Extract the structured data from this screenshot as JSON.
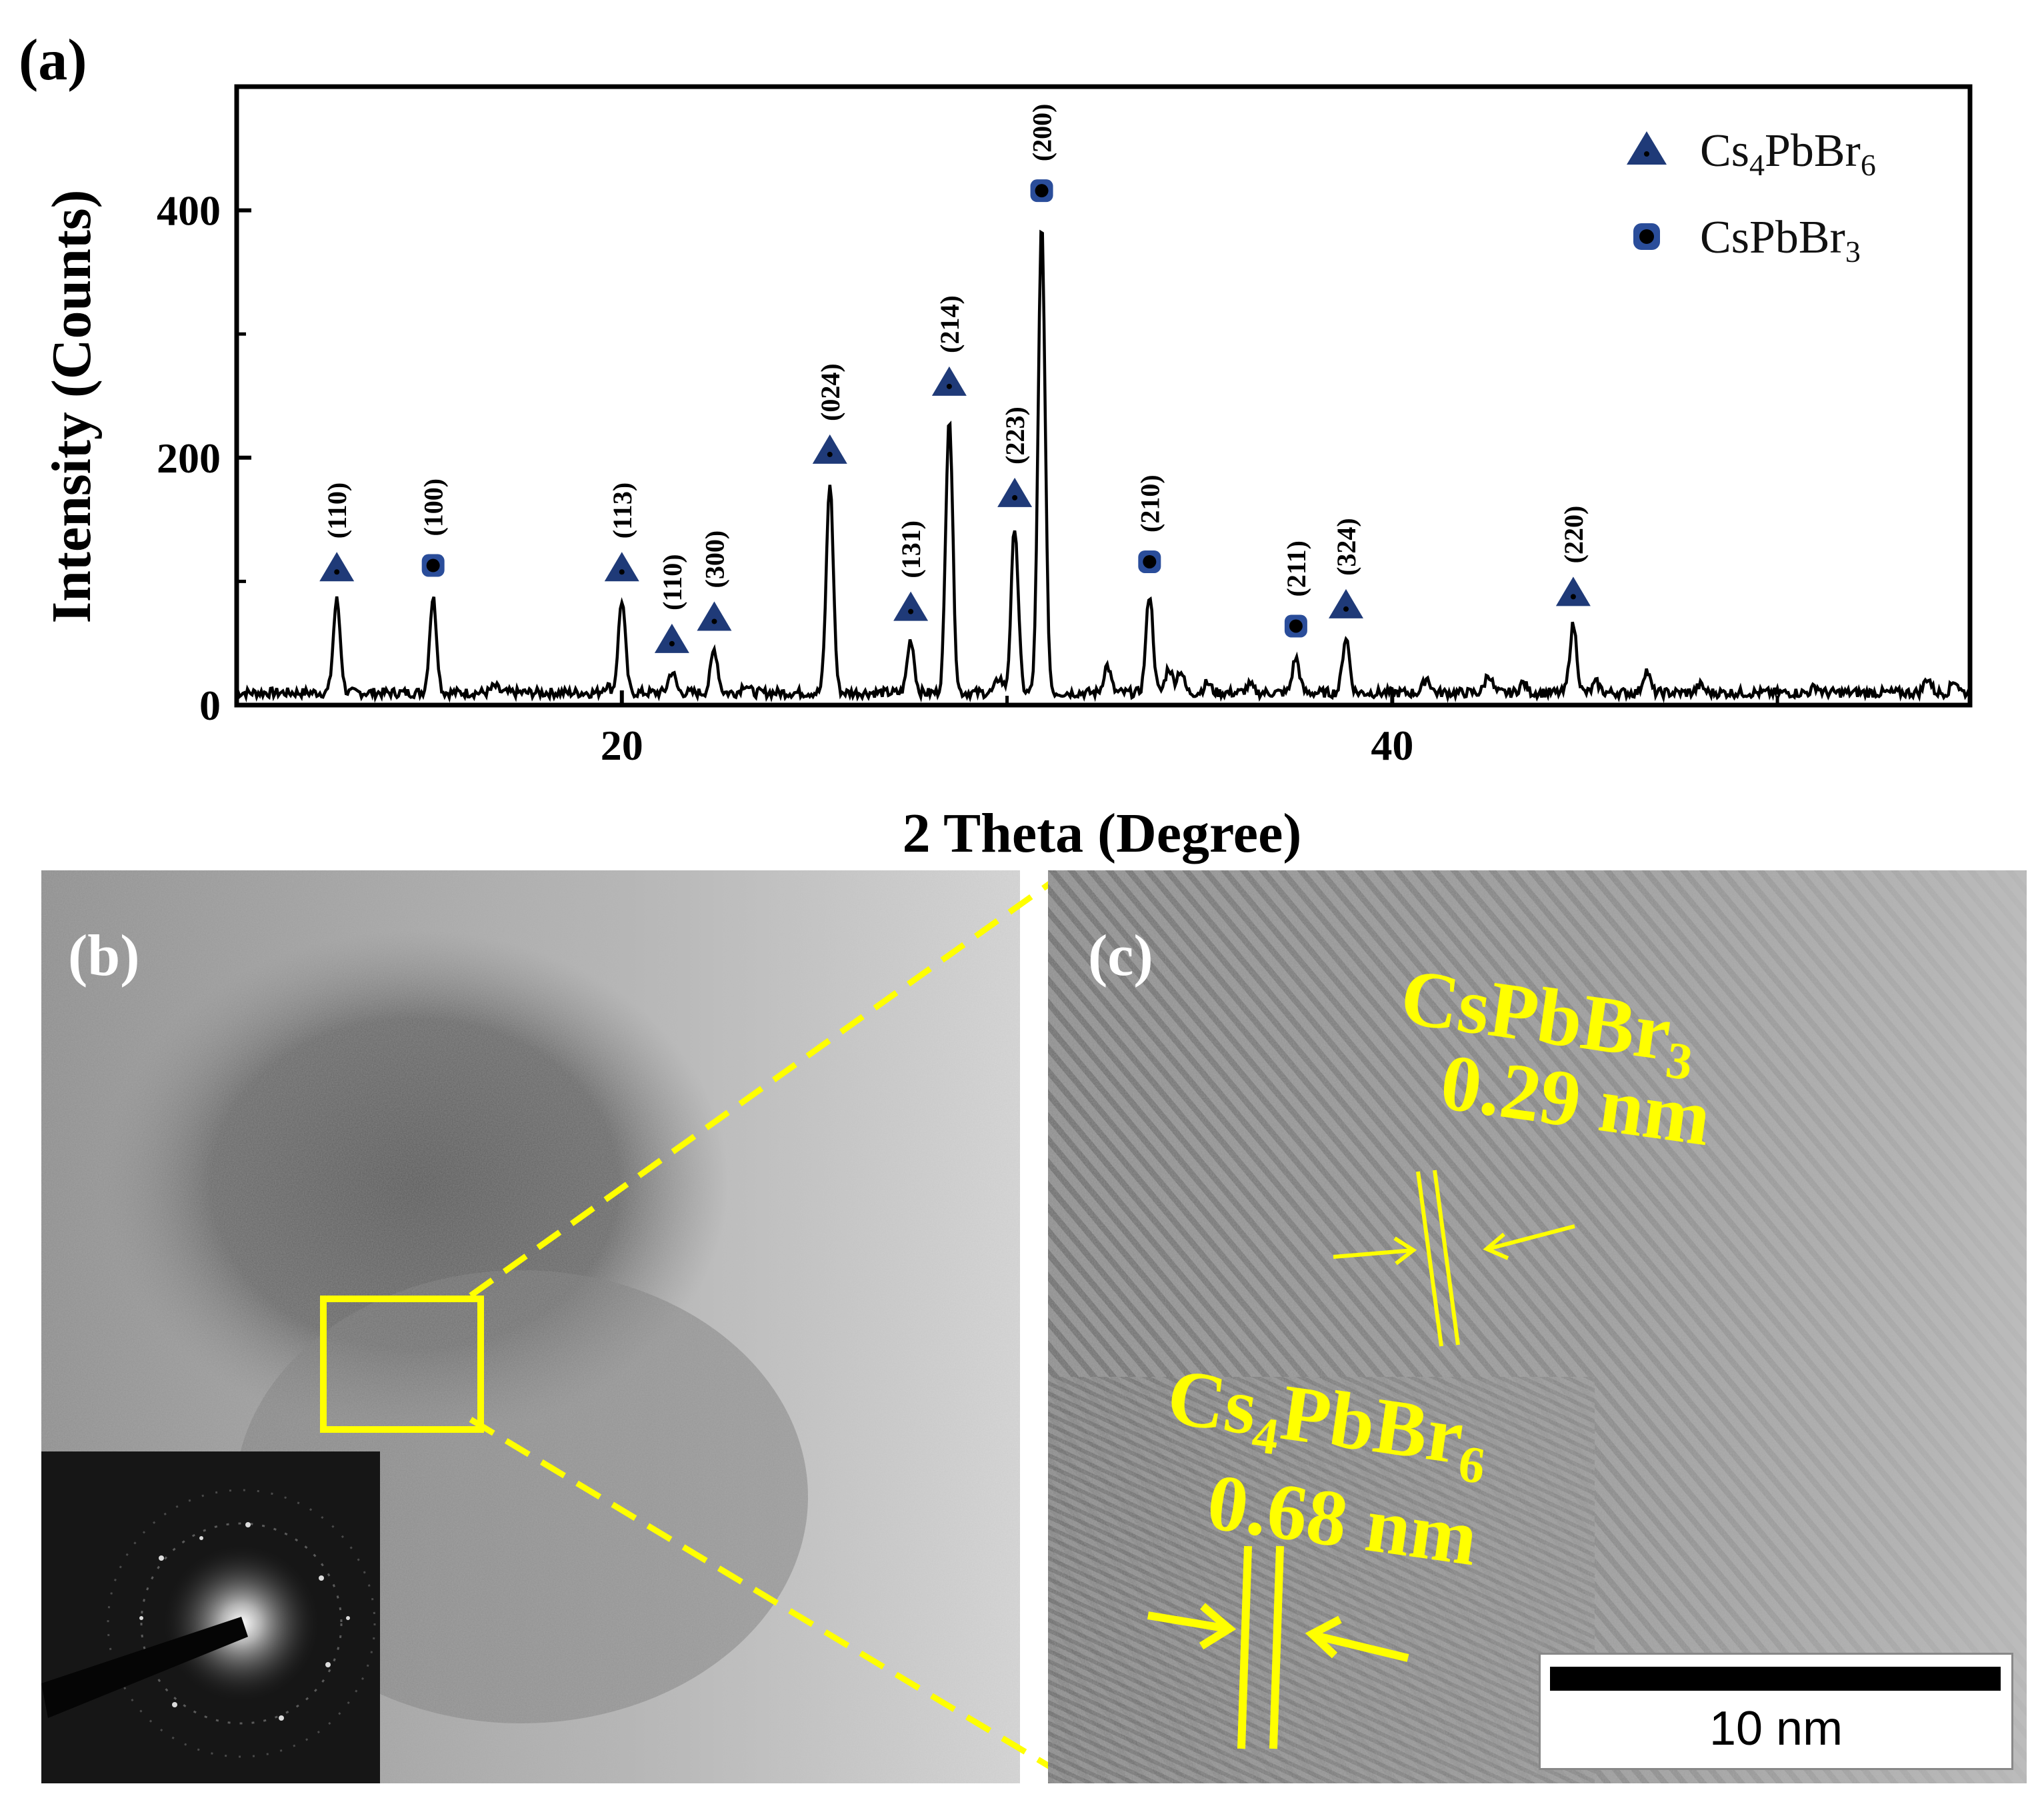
{
  "panels": {
    "a": "(a)",
    "b": "(b)",
    "c": "(c)"
  },
  "chart_data": {
    "type": "line",
    "xlabel": "2 Theta (Degree)",
    "ylabel": "Intensity (Counts)",
    "xlim": [
      10,
      55
    ],
    "ylim": [
      0,
      500
    ],
    "xticks": [
      20,
      40
    ],
    "yticks": [
      0,
      200,
      400
    ],
    "grid": false,
    "legend_position": "top-right",
    "legend": [
      {
        "name": "Cs4PbBr6",
        "prefix": "Cs",
        "sub1": "4",
        "mid": "PbBr",
        "sub2": "6",
        "marker": "triangle",
        "color": "#1f3a78"
      },
      {
        "name": "CsPbBr3",
        "prefix": "Cs",
        "sub1": "",
        "mid": "PbBr",
        "sub2": "3",
        "marker": "circle",
        "color": "#1f3a78"
      }
    ],
    "peaks": [
      {
        "x": 12.6,
        "y": 85,
        "hkl": "(110)",
        "phase": "Cs4PbBr6"
      },
      {
        "x": 15.1,
        "y": 87,
        "hkl": "(100)",
        "phase": "CsPbBr3"
      },
      {
        "x": 20.0,
        "y": 85,
        "hkl": "(113)",
        "phase": "Cs4PbBr6"
      },
      {
        "x": 21.3,
        "y": 27,
        "hkl": "(110)",
        "phase": "Cs4PbBr6"
      },
      {
        "x": 22.4,
        "y": 45,
        "hkl": "(300)",
        "phase": "Cs4PbBr6"
      },
      {
        "x": 25.4,
        "y": 180,
        "hkl": "(024)",
        "phase": "Cs4PbBr6"
      },
      {
        "x": 27.5,
        "y": 53,
        "hkl": "(131)",
        "phase": "Cs4PbBr6"
      },
      {
        "x": 28.5,
        "y": 235,
        "hkl": "(214)",
        "phase": "Cs4PbBr6"
      },
      {
        "x": 30.2,
        "y": 145,
        "hkl": "(223)",
        "phase": "Cs4PbBr6"
      },
      {
        "x": 30.9,
        "y": 390,
        "hkl": "(200)",
        "phase": "CsPbBr3"
      },
      {
        "x": 33.7,
        "y": 90,
        "hkl": "(210)",
        "phase": "CsPbBr3"
      },
      {
        "x": 37.5,
        "y": 38,
        "hkl": "(211)",
        "phase": "CsPbBr3"
      },
      {
        "x": 38.8,
        "y": 55,
        "hkl": "(324)",
        "phase": "Cs4PbBr6"
      },
      {
        "x": 44.7,
        "y": 65,
        "hkl": "(220)",
        "phase": "Cs4PbBr6"
      }
    ],
    "minor_peaks": [
      {
        "x": 16.7,
        "y": 15
      },
      {
        "x": 19.6,
        "y": 16
      },
      {
        "x": 23.2,
        "y": 17
      },
      {
        "x": 29.8,
        "y": 22
      },
      {
        "x": 32.6,
        "y": 32
      },
      {
        "x": 34.2,
        "y": 30
      },
      {
        "x": 34.5,
        "y": 28
      },
      {
        "x": 35.2,
        "y": 18
      },
      {
        "x": 36.3,
        "y": 16
      },
      {
        "x": 40.9,
        "y": 22
      },
      {
        "x": 42.5,
        "y": 25
      },
      {
        "x": 43.4,
        "y": 18
      },
      {
        "x": 45.3,
        "y": 18
      },
      {
        "x": 46.6,
        "y": 28
      },
      {
        "x": 48.0,
        "y": 16
      },
      {
        "x": 51.0,
        "y": 15
      },
      {
        "x": 53.9,
        "y": 22
      },
      {
        "x": 54.6,
        "y": 20
      }
    ],
    "baseline": 10
  },
  "tem_left": {
    "label": "(b)",
    "overlay_color": "#ffff00"
  },
  "tem_right": {
    "label": "(c)",
    "anno_csp3": {
      "prefix": "CsPbBr",
      "sub": "3",
      "spacing": "0.29 nm"
    },
    "anno_cs4": {
      "prefix": "Cs",
      "sub1": "4",
      "mid": "PbBr",
      "sub2": "6",
      "spacing": "0.68 nm"
    },
    "scalebar": "10 nm"
  }
}
